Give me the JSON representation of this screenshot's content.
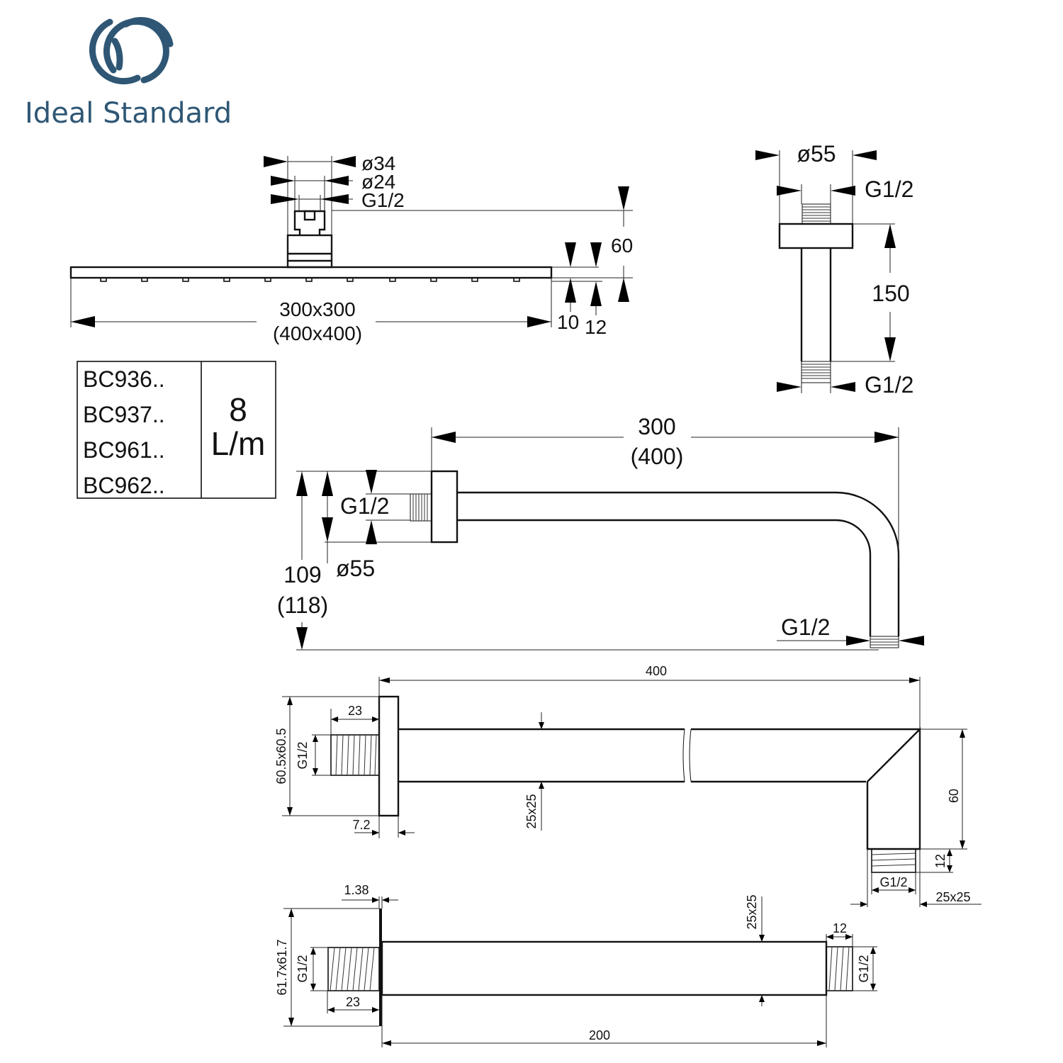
{
  "brand": {
    "name": "Ideal Standard",
    "color": "#2f5775"
  },
  "shower_head": {
    "dims": {
      "outer_diameter": "ø34",
      "inner_diameter": "ø24",
      "thread": "G1/2",
      "height": "60",
      "plate_thickness": "10",
      "nozzle_depth": "12",
      "size_primary": "300x300",
      "size_alt": "(400x400)"
    }
  },
  "ceiling_arm": {
    "dims": {
      "flange_diameter": "ø55",
      "top_thread": "G1/2",
      "length": "150",
      "bottom_thread": "G1/2"
    }
  },
  "spec_table": {
    "models": [
      "BC936..",
      "BC937..",
      "BC961..",
      "BC962.."
    ],
    "flow_value": "8",
    "flow_unit": "L/m"
  },
  "wall_arm_curved": {
    "dims": {
      "length_primary": "300",
      "length_alt": "(400)",
      "inlet_thread": "G1/2",
      "flange_diameter": "ø55",
      "drop_primary": "109",
      "drop_alt": "(118)",
      "outlet_thread": "G1/2"
    }
  },
  "wall_arm_square": {
    "dims": {
      "length": "400",
      "flange_size": "60.5x60.5",
      "thread": "G1/2",
      "thread_length": "23",
      "flange_depth": "7.2",
      "tube_section": "25x25",
      "drop": "60",
      "outlet_thread_length": "12",
      "outlet_thread": "G1/2",
      "outlet_section": "25x25"
    }
  },
  "ceiling_arm_square": {
    "dims": {
      "plate_depth": "1.38",
      "flange_size": "61.7x61.7",
      "thread": "G1/2",
      "thread_length": "23",
      "tube_section": "25x25",
      "outlet_thread_length": "12",
      "outlet_thread": "G1/2",
      "length": "200"
    }
  }
}
